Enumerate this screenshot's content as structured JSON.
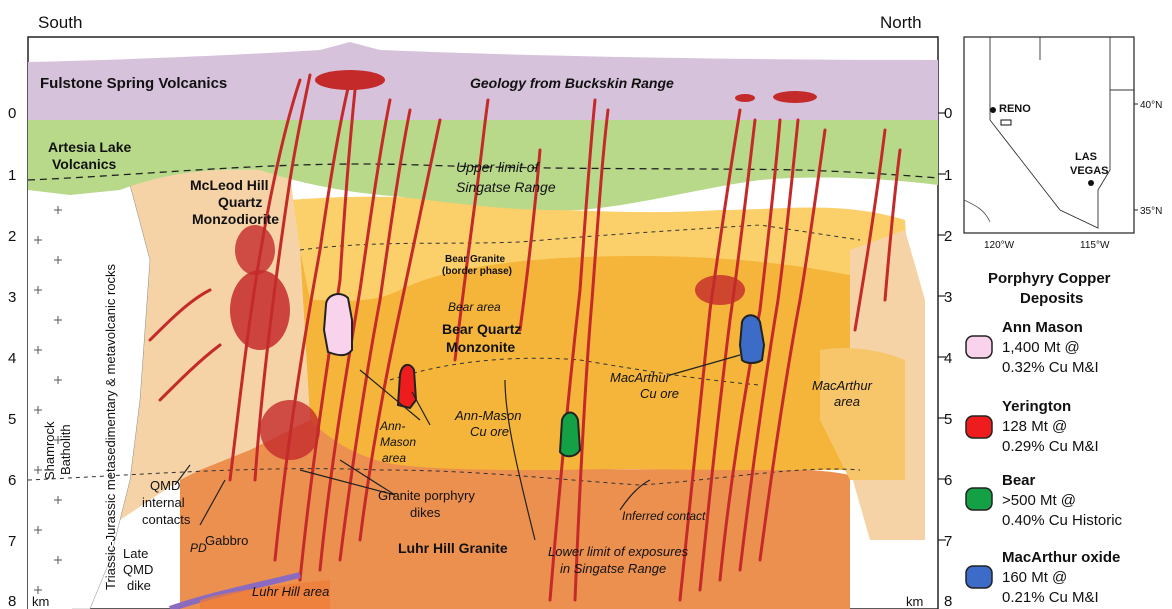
{
  "header": {
    "left": "South",
    "right": "North"
  },
  "depth_axis": {
    "left_ticks": [
      "0",
      "1",
      "2",
      "3",
      "4",
      "5",
      "6",
      "7",
      "8"
    ],
    "right_ticks": [
      "0",
      "1",
      "2",
      "3",
      "4",
      "5",
      "6",
      "7",
      "8"
    ],
    "unit": "km"
  },
  "units": {
    "fulstone": "Fulstone Spring Volcanics",
    "buckskin": "Geology from Buckskin Range",
    "artesia": [
      "Artesia Lake",
      "Volcanics"
    ],
    "mcleod": [
      "McLeod Hill",
      "Quartz",
      "Monzodiorite"
    ],
    "upper_limit": [
      "Upper limit of",
      "Singatse Range"
    ],
    "bear_granite": [
      "Bear Granite",
      "(border phase)"
    ],
    "bear_area": "Bear area",
    "bqm": [
      "Bear Quartz",
      "Monzonite"
    ],
    "macarthur_ore": [
      "MacArthur",
      "Cu ore"
    ],
    "macarthur_area": [
      "MacArthur",
      "area"
    ],
    "ann_mason_ore": [
      "Ann-Mason",
      "Cu ore"
    ],
    "ann_mason_area": [
      "Ann-",
      "Mason",
      "area"
    ],
    "shamrock": [
      "Shamrock",
      "Batholith"
    ],
    "triassic": "Triassic-Jurassic metasedimentary & metavolcanic rocks",
    "qmd_contacts": [
      "QMD",
      "internal",
      "contacts"
    ],
    "gabbro": "Gabbro",
    "granite_porphyry": [
      "Granite porphyry",
      "dikes"
    ],
    "inferred": "Inferred contact",
    "luhr_granite": "Luhr Hill Granite",
    "lower_limit": [
      "Lower limit of exposures",
      "in Singatse Range"
    ],
    "late_qmd": [
      "Late",
      "QMD",
      "dike"
    ],
    "pd": "PD",
    "luhr_area": "Luhr Hill area"
  },
  "inset_map": {
    "reno": "RENO",
    "las_vegas": [
      "LAS",
      "VEGAS"
    ],
    "lat_labels": [
      "40°N",
      "35°N"
    ],
    "lon_labels": [
      "120°W",
      "115°W"
    ]
  },
  "legend": {
    "title": [
      "Porphyry Copper",
      "Deposits"
    ],
    "deposits": [
      {
        "name": "Ann Mason",
        "line1": "1,400 Mt @",
        "line2": "0.32% Cu M&I",
        "color": "#f9d2ec"
      },
      {
        "name": "Yerington",
        "line1": "128 Mt @",
        "line2": "0.29% Cu M&I",
        "color": "#ee1c1c"
      },
      {
        "name": "Bear",
        "line1": ">500 Mt @",
        "line2": "0.40% Cu Historic",
        "color": "#14a045"
      },
      {
        "name": "MacArthur oxide",
        "line1": "160 Mt @",
        "line2": "0.21% Cu M&I",
        "color": "#3c6cc8"
      }
    ]
  },
  "colors": {
    "fulstone": "#d7c2dc",
    "artesia": "#b9d98a",
    "mcleod": "#f5d3a6",
    "bear_border": "#fbd06a",
    "bqm": "#f4b53a",
    "luhr": "#ec9050",
    "dike": "#c42a2a"
  }
}
